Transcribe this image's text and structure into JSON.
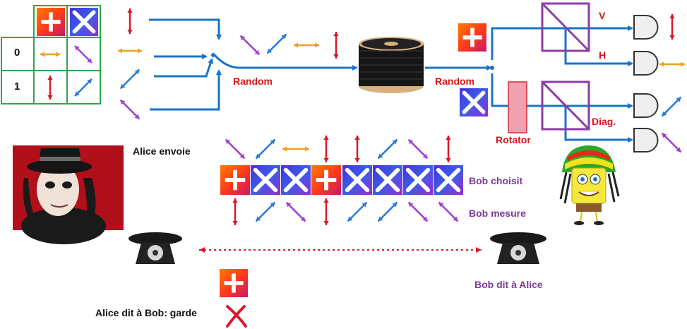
{
  "colors": {
    "wire": "#1a73c8",
    "red_arrow": "#d8182a",
    "orange_arrow": "#f0a020",
    "purple_arrow": "#a040d0",
    "blue_arrow": "#2a7ad8",
    "table_border": "#2ea84a",
    "label_red": "#d01818",
    "label_purple": "#7a3a9a",
    "splitter": "#8e3aa8",
    "rotator_fill": "#f4a0b0",
    "rotator_border": "#d02a3a"
  },
  "table": {
    "row_labels": [
      "0",
      "1"
    ],
    "column_icons": [
      "rectilinear-basis",
      "diagonal-basis"
    ]
  },
  "labels": {
    "random_left": "Random",
    "random_right": "Random",
    "rotator": "Rotator",
    "v": "V",
    "h": "H",
    "diag": "Diag.",
    "alice_sends": "Alice envoie",
    "bob_chooses": "Bob choisit",
    "bob_measures": "Bob  mesure",
    "bob_tells_alice": "Bob dit à Alice",
    "alice_tells_bob": "Alice dit à Bob: garde"
  },
  "sequence": {
    "alice_sends": [
      "diag-down",
      "diag-up",
      "horizontal",
      "vertical",
      "vertical",
      "diag-up",
      "diag-down",
      "vertical"
    ],
    "bob_bases": [
      "rectilinear",
      "diagonal",
      "diagonal",
      "rectilinear",
      "diagonal",
      "diagonal",
      "diagonal",
      "diagonal"
    ],
    "bob_measures": [
      "vertical",
      "diag-up",
      "diag-down",
      "vertical",
      "diag-up",
      "diag-up",
      "diag-down",
      "diag-down"
    ]
  },
  "icons": {
    "alice": "alice-photo",
    "bob": "bob-sponge-character",
    "phones": "telephone-icon",
    "fiber": "fiber-spool-icon",
    "cross": "red-x-icon"
  }
}
